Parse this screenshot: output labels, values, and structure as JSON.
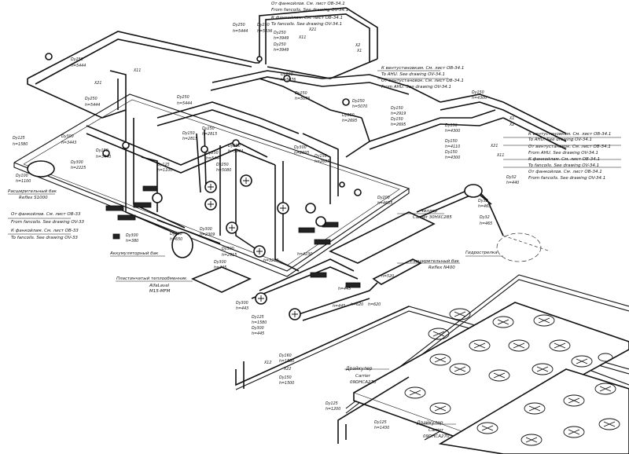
{
  "labels": {
    "top_fc_ru1": "От фанкойлов. См. лист ОВ-34.1",
    "top_fc_en1": "From fancoils. See drawing OV-34.1",
    "top_fc_ru2": "К фанкойлам. См. лист ОВ-34.1",
    "top_fc_en2": "To fancoils. See drawing OV-34.1",
    "top_ahu_ru1": "К вентустановкам. См. лист ОВ-34.1",
    "top_ahu_en1": "To AHU. See drawing OV-34.1",
    "top_ahu_ru2": "От вентустановок. См. лист ОВ-34.1",
    "top_ahu_en2": "From AHU. See drawing OV-34.1",
    "right_ahu_ru1": "К вентустановкам. См. лист ОВ-34.1",
    "right_ahu_en1": "To AHU. See drawing OV-34.1",
    "right_ahu_ru2": "От вентустановок. См. лист ОВ-34.1",
    "right_ahu_en2": "From AHU. See drawing OV-34.1",
    "right_fc_ru1": "К фанкойлам. См. лист ОВ-34.1",
    "right_fc_en1": "To fancoils. See drawing OV-34.1",
    "right_fc_ru2": "От фанкойлов. См. лист ОВ-34.1",
    "right_fc_en2": "From fancoils. See drawing OV-34.1",
    "left_fc_ru1": "От фанкойлов. См. лист ОВ-33",
    "left_fc_en1": "From fancoils. See drawing OV-33",
    "left_fc_ru2": "К фанкойлам. См. лист ОВ-33",
    "left_fc_en2": "To fancoils. See drawing OV-33",
    "exp_tank_ru": "Расширительный бак",
    "exp_tank_en": "Reflex S1000",
    "accum_tank": "Аккумуляторный бак",
    "plate_hx_ru": "Пластинчатый теплообменник",
    "plate_hx_en1": "AlfaLaval",
    "plate_hx_en2": "M15-MFM",
    "chiller_ru": "Чиллер",
    "chiller_en": "Carrier 30HXC285",
    "exp_tank2_ru": "Расширительный бак",
    "exp_tank2_en": "Reflex N400",
    "hydro_arrow": "Гидрострелка",
    "drycooler1_ru": "Драйкулер",
    "drycooler1_brand": "Carrier",
    "drycooler1_model": "09DHCA270",
    "drycooler2_ru": "Драйкулер",
    "drycooler2_brand": "Carrier",
    "drycooler2_model": "09DHCA270"
  },
  "pipe_tags": {
    "dn250_a": "Dy250",
    "h5444_a": "h=5444",
    "dn250_b": "Dy250",
    "h5036": "h=5036",
    "dn250_c": "Dy250",
    "h3949_a": "h=3949",
    "dn250_d": "Dy250",
    "h3949_b": "h=3949",
    "x1": "X1",
    "x2": "X2",
    "x11_a": "X11",
    "x21_a": "X21",
    "dn250_e": "Dy250",
    "h5444_b": "h=5444",
    "x21_b": "X21",
    "x11_b": "X11",
    "dn250_f": "Dy250",
    "h5444_c": "h=5444",
    "dn250_g": "Dy250",
    "h5444_d": "h=5444",
    "dn250_h": "Dy250",
    "h5076_a": "h=5076",
    "dn250_i": "Dy250",
    "h5076_b": "h=5076",
    "dn250_j": "Dy250",
    "h5070": "h=5070",
    "dn150_a": "Dy150",
    "h4300_a": "h=4300",
    "dn150_b": "Dy150",
    "h2919": "h=2919",
    "dn150_c": "Dy150",
    "h2695_a": "h=2695",
    "dn150_d": "Dy150",
    "h2695_b": "h=2695",
    "dn150_e": "Dy150",
    "h4300_b": "h=4300",
    "dn150_f": "Dy150",
    "h4110": "h=4110",
    "dn150_g": "Dy150",
    "h4300_c": "h=4300",
    "x1_b": "X1",
    "x2_b": "X2",
    "x11_c": "X11",
    "x21_c": "X21",
    "dn32_a": "Dy32",
    "h440": "h=440",
    "dn32_b": "Dy32",
    "h465_a": "h=465",
    "dn32_c": "Dy32",
    "h465_b": "h=465",
    "dn125_a": "Dy125",
    "h1580": "h=1580",
    "dn300_a": "Dy300",
    "h3443": "h=3443",
    "dn150_h": "Dy150",
    "h3440": "h=3440",
    "dn300_b": "Dy300",
    "h2225": "h=2225",
    "dn100": "Dy100",
    "h1100": "h=1100",
    "dn150_i": "Dy150",
    "h2815": "h=2815",
    "dn250_k": "Dy250",
    "h5444_e": "h=5444",
    "dn250_l": "Dy250",
    "h5444_f": "h=5444",
    "dn250_m": "Dy250",
    "h5080": "h=5080",
    "dn300_c": "Dy300",
    "h2695_c": "h=2695",
    "dn125_b": "Dy125",
    "h1100_b": "h=1100",
    "dn250_n": "Dy250",
    "h2815_b": "h=2815",
    "dn150_j": "Dy150",
    "h2695_d": "h=2695",
    "dn200_a": "Dy200",
    "h4655": "h=4655",
    "dn300_d": "Dy300",
    "h380": "h=380",
    "dn300_e": "Dy300",
    "h2309": "h=2309",
    "dn300_f": "Dy300",
    "h2915": "h=2915",
    "dn300_g": "Dy300",
    "h650": "h=650",
    "dn300_h": "Dy300",
    "h445_a": "h=445",
    "dn300_i": "Dy300",
    "h443": "h=443",
    "dn125_c": "Dy125",
    "h1580_b": "h=1580",
    "dn300_j": "Dy300",
    "h445_b": "h=445",
    "dn160": "Dy160",
    "h1580_c": "h=1580",
    "dn150_k": "Dy150",
    "h1500": "h=1500",
    "x12": "X12",
    "x22": "X22",
    "dn125_d": "Dy125",
    "h1200": "h=1200",
    "dn125_e": "Dy125",
    "h1430": "h=1430",
    "h620_a": "h=620",
    "h620_b": "h=620",
    "h520": "h=520",
    "h445_c": "h=445",
    "h445_d": "h=445",
    "h3250": "h=3250",
    "h4230": "h=4230"
  }
}
